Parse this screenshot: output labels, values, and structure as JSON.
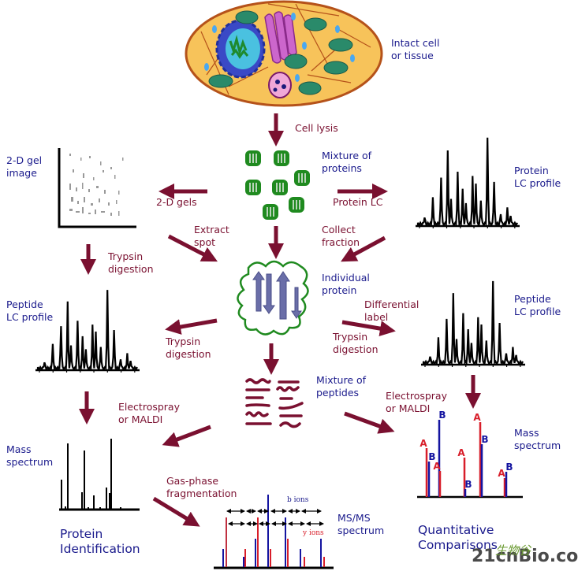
{
  "labels": {
    "intact_cell": "Intact cell\nor tissue",
    "cell_lysis": "Cell lysis",
    "gel_image": "2-D gel\nimage",
    "two_d_gels": "2-D gels",
    "mixture_proteins": "Mixture of\nproteins",
    "protein_lc": "Protein LC",
    "protein_lc_profile": "Protein\nLC profile",
    "extract_spot": "Extract\nspot",
    "collect_fraction": "Collect\nfraction",
    "trypsin_left": "Trypsin\ndigestion",
    "individual_protein": "Individual\nprotein",
    "differential_label": "Differential\nlabel",
    "trypsin_right": "Trypsin\ndigestion",
    "peptide_lc_left": "Peptide\nLC profile",
    "trypsin_mid": "Trypsin\ndigestion",
    "peptide_lc_right": "Peptide\nLC profile",
    "mixture_peptides": "Mixture of\npeptides",
    "electrospray_right": "Electrospray\nor MALDI",
    "electrospray_left": "Electrospray\nor MALDI",
    "mass_spectrum_left": "Mass\nspectrum",
    "mass_spectrum_right": "Mass\nspectrum",
    "gas_phase": "Gas-phase\nfragmentation",
    "msms_spectrum": "MS/MS\nspectrum",
    "b_ions": "b ions",
    "y_ions": "y ions",
    "protein_identification": "Protein\nIdentification",
    "quantitative_comparisons": "Quantitative\nComparisons",
    "watermark": "21cnBio.com",
    "watermark_cn": "生物谷"
  },
  "quant_peaks": [
    {
      "label": "A",
      "color": "red",
      "height": 0.62
    },
    {
      "label": "B",
      "color": "blue",
      "height": 0.45
    },
    {
      "label": "B",
      "color": "blue",
      "height": 0.98
    },
    {
      "label": "A",
      "color": "red",
      "height": 0.33
    },
    {
      "label": "A",
      "color": "red",
      "height": 0.5
    },
    {
      "label": "B",
      "color": "blue",
      "height": 0.1
    },
    {
      "label": "A",
      "color": "red",
      "height": 0.95
    },
    {
      "label": "B",
      "color": "blue",
      "height": 0.67
    },
    {
      "label": "A",
      "color": "red",
      "height": 0.24
    },
    {
      "label": "B",
      "color": "blue",
      "height": 0.32
    }
  ],
  "colors": {
    "arrow": "#7a1030",
    "label_blue": "#1a1a8c",
    "peak_red": "#d81e2a",
    "peak_blue": "#1414a0"
  }
}
